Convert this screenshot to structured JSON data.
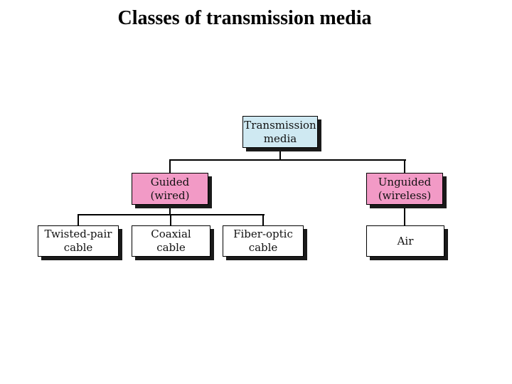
{
  "title": "Classes of transmission media",
  "colors": {
    "background": "#ffffff",
    "root_fill": "#cfe9f2",
    "branch_fill": "#f29ac6",
    "leaf_fill": "#ffffff",
    "box_border": "#000000",
    "box_shadow": "#1a1a1a",
    "connector": "#000000",
    "title_text": "#000000"
  },
  "nodes": {
    "root": {
      "lines": [
        "Transmission",
        "media"
      ]
    },
    "guided": {
      "lines": [
        "Guided",
        "(wired)"
      ]
    },
    "unguided": {
      "lines": [
        "Unguided",
        "(wireless)"
      ]
    },
    "twisted_pair": {
      "lines": [
        "Twisted-pair",
        "cable"
      ]
    },
    "coaxial": {
      "lines": [
        "Coaxial",
        "cable"
      ]
    },
    "fiber_optic": {
      "lines": [
        "Fiber-optic",
        "cable"
      ]
    },
    "air": {
      "lines": [
        "Air"
      ]
    }
  }
}
